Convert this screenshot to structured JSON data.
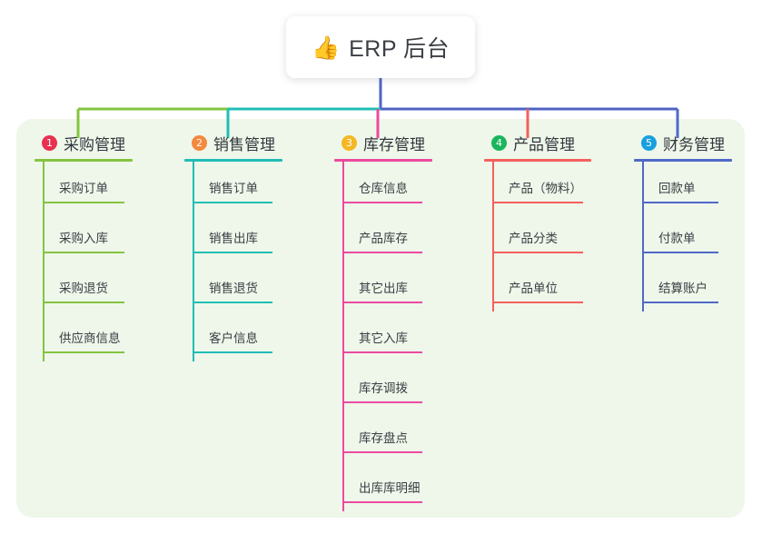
{
  "root": {
    "icon": "thumbs-up-icon",
    "emoji": "👍",
    "title": "ERP 后台"
  },
  "canvas": {
    "background": "#ffffff",
    "panel_background": "#eef7ea",
    "stem_color": "#5063c4"
  },
  "branches": [
    {
      "number": "1",
      "title": "采购管理",
      "badge_color": "#e8304f",
      "line_color": "#84c441",
      "rule_color": "#84c441",
      "items": [
        {
          "label": "采购订单"
        },
        {
          "label": "采购入库"
        },
        {
          "label": "采购退货"
        },
        {
          "label": "供应商信息"
        }
      ]
    },
    {
      "number": "2",
      "title": "销售管理",
      "badge_color": "#f5883c",
      "line_color": "#21bdb5",
      "rule_color": "#21bdb5",
      "items": [
        {
          "label": "销售订单"
        },
        {
          "label": "销售出库"
        },
        {
          "label": "销售退货"
        },
        {
          "label": "客户信息"
        }
      ]
    },
    {
      "number": "3",
      "title": "库存管理",
      "badge_color": "#f5b723",
      "line_color": "#ec4aa0",
      "rule_color": "#ec4aa0",
      "items": [
        {
          "label": "仓库信息"
        },
        {
          "label": "产品库存"
        },
        {
          "label": "其它出库"
        },
        {
          "label": "其它入库"
        },
        {
          "label": "库存调拨"
        },
        {
          "label": "库存盘点"
        },
        {
          "label": "出库库明细"
        }
      ]
    },
    {
      "number": "4",
      "title": "产品管理",
      "badge_color": "#1bb55c",
      "line_color": "#f4605c",
      "rule_color": "#f4605c",
      "items": [
        {
          "label": "产品（物料）"
        },
        {
          "label": "产品分类"
        },
        {
          "label": "产品单位"
        }
      ]
    },
    {
      "number": "5",
      "title": "财务管理",
      "badge_color": "#199fe0",
      "line_color": "#5069c8",
      "rule_color": "#5069c8",
      "items": [
        {
          "label": "回款单"
        },
        {
          "label": "付款单"
        },
        {
          "label": "结算账户"
        }
      ]
    }
  ]
}
